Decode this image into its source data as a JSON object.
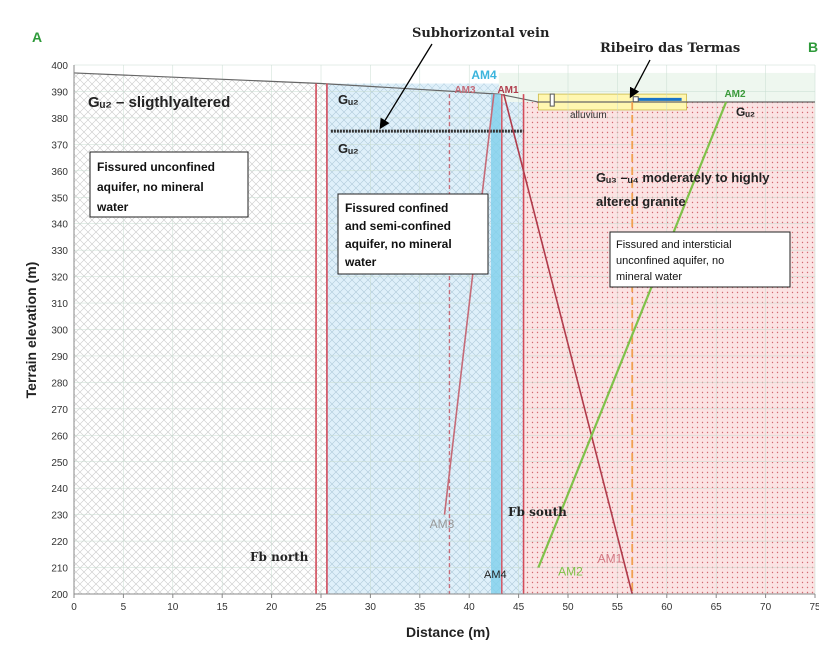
{
  "section": {
    "start": "A",
    "end": "B"
  },
  "axes": {
    "xlabel": "Distance  (m)",
    "ylabel": "Terrain  elevation  (m)",
    "xlim": [
      0,
      75
    ],
    "ylim": [
      200,
      400
    ],
    "xticks": [
      "0",
      "5",
      "10",
      "15",
      "20",
      "25",
      "30",
      "35",
      "40",
      "45",
      "50",
      "55",
      "60",
      "65",
      "70",
      "75"
    ],
    "yticks": [
      "200",
      "210",
      "220",
      "230",
      "240",
      "250",
      "260",
      "270",
      "280",
      "290",
      "300",
      "310",
      "320",
      "330",
      "340",
      "350",
      "360",
      "370",
      "380",
      "390",
      "400"
    ]
  },
  "colors": {
    "fault": "#d24b5a",
    "am1": "#b03c4c",
    "am2": "#7fc24a",
    "am3": "#c56b78",
    "am4": "#3cb4dc",
    "dashed_fault": "#f0a050",
    "confined_zone": "#d7ecf8",
    "altered_zone": "#fbe3e3",
    "alluvium": "#fff7b0"
  },
  "labels": {
    "gw2_main": "Gᵤ₂ – sligthlyaltered",
    "gw2_top": "Gᵤ₂",
    "gw2_below_vein": "Gᵤ₂",
    "gw2_right": "Gᵤ₂",
    "gw3": "Gᵤ₃ –ᵤ₄ moderately to highly",
    "gw3_line2": "altered granite",
    "alluvium": "alluvium",
    "vein": "Subhorizontal vein",
    "stream": "Ribeiro das Termas",
    "fb_north": "Fb north",
    "fb_south": "Fb south"
  },
  "boxes": {
    "left": [
      "Fissured unconfined",
      "aquifer, no mineral",
      "water"
    ],
    "middle": [
      "Fissured confined",
      "and semi-confined",
      "aquifer, no mineral",
      "water"
    ],
    "right": [
      "Fissured and intersticial",
      "unconfined aquifer, no",
      "mineral water"
    ]
  },
  "boreholes": [
    {
      "name": "AM1",
      "top": [
        43.5,
        389
      ],
      "bottom": [
        56.5,
        200
      ],
      "bottom_label": "AM1",
      "bottom_label_at": [
        53,
        212
      ]
    },
    {
      "name": "AM2",
      "top": [
        66,
        386
      ],
      "bottom": [
        47,
        210
      ],
      "bottom_label": "AM2",
      "bottom_label_at": [
        49,
        207
      ]
    },
    {
      "name": "AM3",
      "top": [
        42.5,
        389
      ],
      "bottom": [
        37.5,
        230
      ],
      "bottom_label": "AM3",
      "bottom_label_at": [
        36,
        225
      ]
    },
    {
      "name": "AM4",
      "top": [
        42.5,
        397
      ],
      "bottom": [
        42.5,
        200
      ],
      "bottom_label": "AM4",
      "bottom_label_at": [
        41.5,
        206
      ]
    }
  ],
  "chart_data": {
    "type": "cross-section",
    "x_unit": "m",
    "y_unit": "m",
    "terrain_profile": {
      "x": [
        0,
        25,
        43,
        47,
        57,
        76
      ],
      "y": [
        397,
        393,
        389,
        386,
        386,
        386
      ]
    },
    "faults": [
      {
        "name": "Fb north",
        "x": [
          24.5,
          25.5
        ]
      },
      {
        "name": "Fb south",
        "x": [
          45.5
        ]
      },
      {
        "name": "AM3 fault",
        "x": [
          38
        ],
        "style": "dashed"
      },
      {
        "name": "AM1 fault",
        "x": [
          43.5
        ]
      },
      {
        "name": "dashed orange",
        "x": [
          56.5
        ],
        "style": "dashed"
      }
    ],
    "subhorizontal_vein": {
      "x": [
        26,
        45.5
      ],
      "y": 375
    },
    "alluvium": {
      "x": [
        47,
        62
      ],
      "y": [
        383,
        389
      ]
    }
  }
}
